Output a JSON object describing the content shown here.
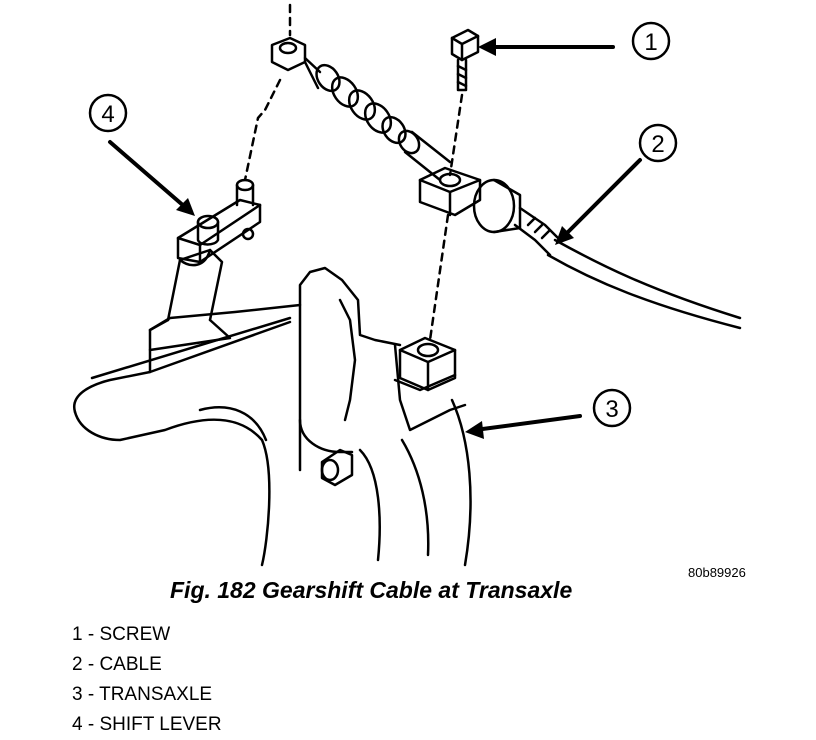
{
  "callouts": [
    {
      "id": "1",
      "target": "screw"
    },
    {
      "id": "2",
      "target": "cable"
    },
    {
      "id": "3",
      "target": "transaxle"
    },
    {
      "id": "4",
      "target": "shift-lever"
    }
  ],
  "part_code": "80b89926",
  "caption": "Fig. 182 Gearshift Cable at Transaxle",
  "legend": [
    "1 - SCREW",
    "2 - CABLE",
    "3 - TRANSAXLE",
    "4 - SHIFT LEVER"
  ]
}
